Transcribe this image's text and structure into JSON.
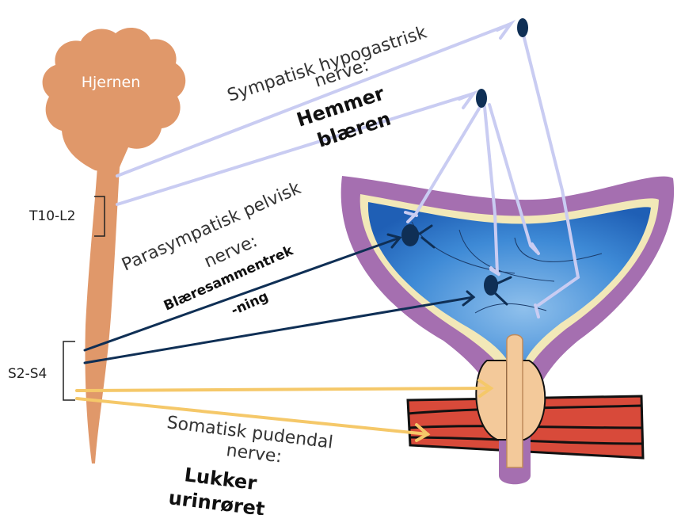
{
  "brain_label": "Hjernen",
  "segments": {
    "upper": "T10-L2",
    "lower": "S2-S4"
  },
  "sympathetic": {
    "name_line1": "Sympatisk hypogastrisk",
    "name_line2": "nerve:",
    "effect_line1": "Hemmer",
    "effect_line2": "blæren"
  },
  "parasympathetic": {
    "name_line1": "Parasympatisk pelvisk",
    "name_line2": "nerve:",
    "effect_line1": "Blæresammentrek",
    "effect_line2": "-ning"
  },
  "somatic": {
    "name_line1": "Somatisk pudendal",
    "name_line2": "nerve:",
    "effect_line1": "Lukker",
    "effect_line2": "urinrøret"
  },
  "colors": {
    "brain": "#e0986a",
    "sympathetic": "#c9ccf2",
    "parasympathetic": "#0f2f55",
    "somatic": "#f5c869",
    "bladder_wall": "#a56fb0",
    "bladder_lumen": "#2f7fd0",
    "muscle": "#d84a3a",
    "sphincter": "#f3c99a"
  }
}
